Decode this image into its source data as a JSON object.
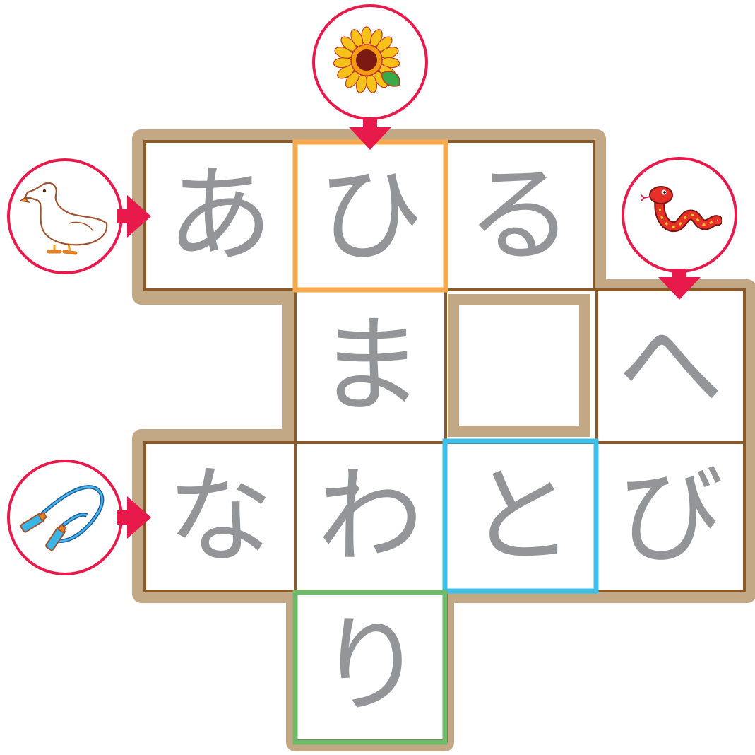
{
  "puzzle": {
    "cells": [
      {
        "id": "r1c1",
        "char": "あ"
      },
      {
        "id": "r1c2",
        "char": "ひ"
      },
      {
        "id": "r1c3",
        "char": "る"
      },
      {
        "id": "r2c2",
        "char": "ま"
      },
      {
        "id": "r2c3",
        "char": ""
      },
      {
        "id": "r2c4",
        "char": "へ"
      },
      {
        "id": "r3c1",
        "char": "な"
      },
      {
        "id": "r3c2",
        "char": "わ"
      },
      {
        "id": "r3c3",
        "char": "と"
      },
      {
        "id": "r3c4",
        "char": "び"
      },
      {
        "id": "r4c2",
        "char": "り"
      }
    ],
    "clues": [
      {
        "icon": "duck-icon",
        "word": "あひる",
        "direction": "across"
      },
      {
        "icon": "sunflower-icon",
        "word": "ひまわり",
        "direction": "down"
      },
      {
        "icon": "snake-icon",
        "word": "へび",
        "direction": "down"
      },
      {
        "icon": "jump-rope-icon",
        "word": "なわとび",
        "direction": "across"
      }
    ],
    "highlights": [
      {
        "cell": "r1c2",
        "color": "#f7a94e"
      },
      {
        "cell": "r3c3",
        "color": "#3ec0ea"
      },
      {
        "cell": "r4c2",
        "color": "#6bbb6b"
      }
    ]
  },
  "colors": {
    "frame": "#c3a886",
    "grid_line": "#8a5a2a",
    "char": "#939598",
    "clue_ring": "#e8194b",
    "arrow": "#e8194b"
  }
}
